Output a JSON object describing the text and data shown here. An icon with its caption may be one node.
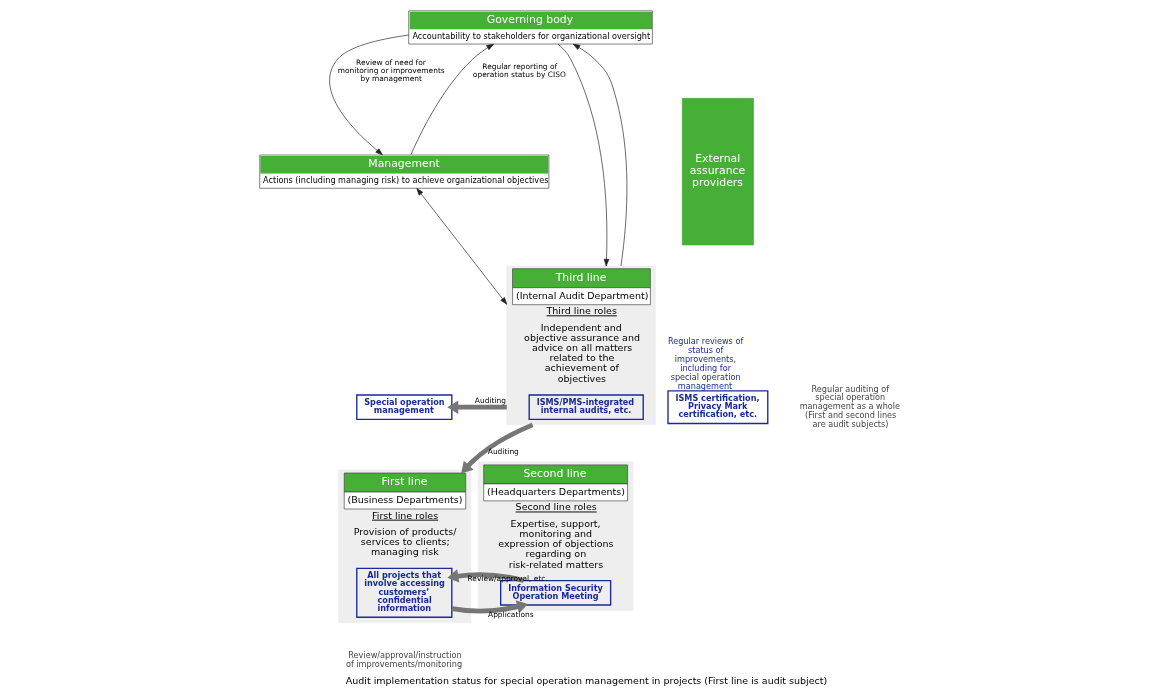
{
  "diagram": {
    "caption": "Audit implementation status for special operation management in projects (First line is audit subject)",
    "nodes": [
      {
        "text": [
          "Governing body",
          "Accountability to stakeholders for organizational oversight"
        ]
      },
      {
        "text": [
          "Management",
          "Actions (including managing risk) to achieve organizational objectives"
        ]
      },
      {
        "text": [
          "Third line",
          "(Internal Audit Department)",
          "Third line roles",
          "Independent and objective assurance and advice on all matters related to the achievement of objectives"
        ]
      },
      {
        "text": [
          "Special operation management"
        ]
      },
      {
        "text": [
          "First line",
          "(Business Departments)",
          "First line roles",
          "Provision of products/ services to clients; managing risk"
        ]
      },
      {
        "text": [
          "All projects that involve accessing customers’ confidential information"
        ],
        "in": 4
      },
      {
        "text": [
          "Second line",
          "(Headquarters Departments)",
          "Second line roles",
          "Expertise, support, monitoring and expression of objections regarding on risk-related matters"
        ]
      },
      {
        "text": [
          "Information Security Operation Meeting"
        ],
        "in": 6
      },
      {
        "text": [
          "ISMS/PMS-integrated internal audits, etc."
        ],
        "in": 2
      },
      {
        "text": [
          "External assurance providers"
        ]
      },
      {
        "text": [
          "ISMS certification, Privacy Mark certification, etc."
        ],
        "beside": [
          "Regular reviews of status of improvements, including for special operation management"
        ]
      }
    ],
    "edges": [
      {
        "from": 0,
        "to": 1,
        "arrow": "to",
        "label": "Review of need for monitoring or improvements by management"
      },
      {
        "from": 1,
        "to": 0,
        "arrow": "to",
        "label": "Regular reporting of operation status by CISO"
      },
      {
        "from": 0,
        "to": 2,
        "arrow": "to"
      },
      {
        "from": 2,
        "to": 0,
        "arrow": "to"
      },
      {
        "from": 1,
        "to": 2,
        "arrow": "both"
      },
      {
        "from": 2,
        "to": 3,
        "arrow": "to",
        "label": "Auditing",
        "style": "thick",
        "color": "#767676"
      },
      {
        "from": 5,
        "to": 7,
        "arrow": "to",
        "label": "Applications",
        "style": "thick",
        "color": "#767676"
      },
      {
        "from": 7,
        "to": 5,
        "arrow": "to",
        "label": "Review/approval, etc.",
        "style": "thick",
        "color": "#767676"
      },
      {
        "from": 2,
        "to": 4,
        "arrow": "to",
        "label": "Auditing",
        "style": "thick",
        "color": "#767676"
      }
    ],
    "labels": [
      "Regular auditing of special operation management as a whole (First and second lines are audit subjects)",
      "Review/approval/instruction of improvements/monitoring"
    ]
  }
}
